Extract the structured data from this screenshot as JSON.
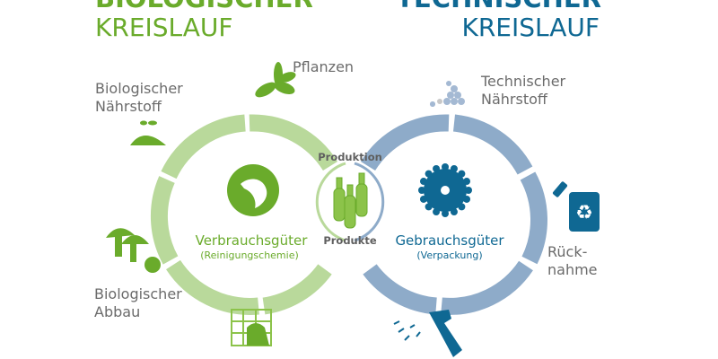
{
  "colors": {
    "bio_dark": "#6aab2b",
    "bio_light": "#b9d99b",
    "tech_dark": "#0f6893",
    "tech_light": "#8eabc9",
    "text_grey": "#6b6b6b"
  },
  "biological": {
    "title_line1": "BIOLOGISCHER",
    "title_line2": "KREISLAUF",
    "center_label": "Verbrauchsgüter",
    "center_sublabel": "(Reinigungschemie)",
    "labels": {
      "plants": "Pflanzen",
      "nutrient_line1": "Biologischer",
      "nutrient_line2": "Nährstoff",
      "decomposition_line1": "Biologischer",
      "decomposition_line2": "Abbau"
    },
    "icons": [
      "plant-icon",
      "soil-sprout-icon",
      "mushroom-beetle-icon",
      "cleaning-hand-icon",
      "leaf-circle-icon"
    ]
  },
  "technical": {
    "title_line1": "TECHNISCHER",
    "title_line2": "KREISLAUF",
    "center_label": "Gebrauchsgüter",
    "center_sublabel": "(Verpackung)",
    "labels": {
      "nutrient_line1": "Technischer",
      "nutrient_line2": "Nährstoff",
      "return_line1": "Rück-",
      "return_line2": "nahme"
    },
    "icons": [
      "granules-icon",
      "recycle-bin-icon",
      "spray-bottle-icon",
      "gear-icon"
    ]
  },
  "middle": {
    "top_label": "Produktion",
    "bottom_label": "Produkte",
    "icon": "spray-bottles-icon"
  }
}
